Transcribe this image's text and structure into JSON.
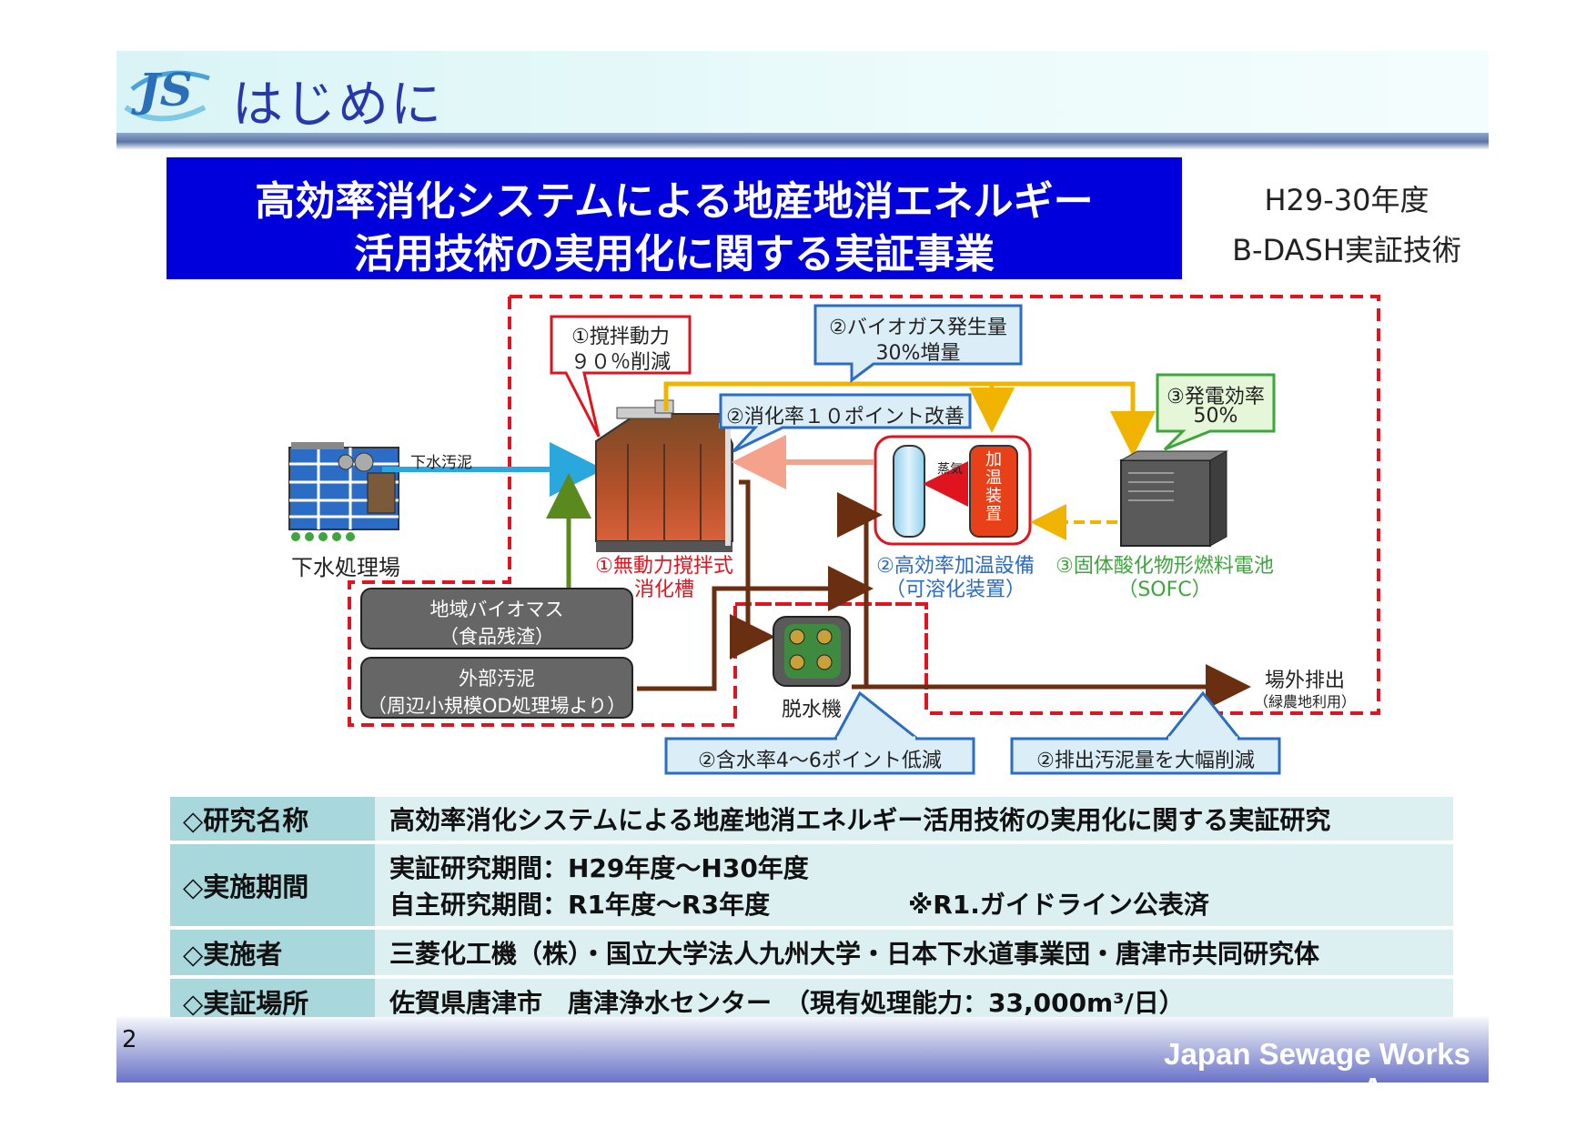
{
  "page": {
    "title": "はじめに",
    "logo_text": "JS"
  },
  "main_title": {
    "line1": "高効率消化システムによる地産地消エネルギー",
    "line2": "活用技術の実用化に関する実証事業"
  },
  "side_note": {
    "line1": "H29-30年度",
    "line2": "B-DASH実証技術"
  },
  "diagram": {
    "callouts": {
      "stirring_power": [
        "①撹拌動力",
        "９０％削減"
      ],
      "biogas": [
        "②バイオガス発生量",
        "30%増量"
      ],
      "digestion_rate": "②消化率１０ポイント改善",
      "power_efficiency": [
        "③発電効率",
        "50%"
      ],
      "water_content": "②含水率4～6ポイント低減",
      "discharge": "②排出汚泥量を大幅削減"
    },
    "labels": {
      "sewage_sludge": "下水汚泥",
      "treatment_plant": "下水処理場",
      "digester": [
        "①無動力撹拌式",
        "消化槽"
      ],
      "steam": "蒸気",
      "heater": "加温装置",
      "heating_equipment": [
        "②高効率加温設備",
        "（可溶化装置）"
      ],
      "sofc": [
        "③固体酸化物形燃料電池",
        "（SOFC）"
      ],
      "dewatering": "脱水機",
      "offsite": [
        "場外排出",
        "（緑農地利用）"
      ]
    },
    "boxes": {
      "biomass": [
        "地域バイオマス",
        "（食品残渣）"
      ],
      "external_sludge": [
        "外部汚泥",
        "（周辺小規模OD処理場より）"
      ]
    },
    "colors": {
      "red_dash": "#e0141e",
      "yellow_gas": "#f0b400",
      "blue_flow": "#2aa7dc",
      "brown_flow": "#6a2e10",
      "green_flow": "#5a8a1e",
      "salmon_flow": "#f4a28c"
    }
  },
  "info_table": {
    "rows": [
      {
        "label": "◇研究名称",
        "lines": [
          "高効率消化システムによる地産地消エネルギー活用技術の実用化に関する実証研究"
        ]
      },
      {
        "label": "◇実施期間",
        "lines": [
          "実証研究期間：H29年度～H30年度",
          "自主研究期間：R1年度～R3年度"
        ],
        "note": "※R1.ガイドライン公表済"
      },
      {
        "label": "◇実施者",
        "lines": [
          "三菱化工機（株）・国立大学法人九州大学・日本下水道事業団・唐津市共同研究体"
        ]
      },
      {
        "label": "◇実証場所",
        "lines": [
          "佐賀県唐津市　唐津浄水センター　（現有処理能力：33,000m³/日）"
        ]
      }
    ]
  },
  "footer": {
    "page_number": "2",
    "org": "Japan Sewage Works Agency"
  }
}
